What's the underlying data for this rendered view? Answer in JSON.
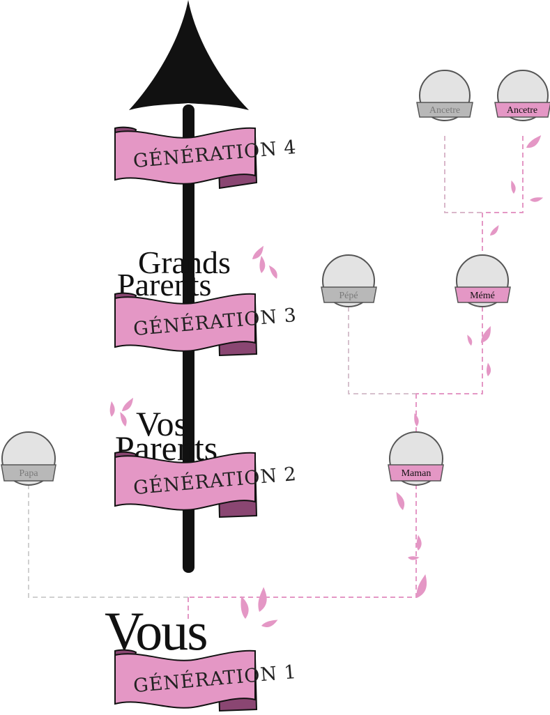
{
  "colors": {
    "pink": "#e497c5",
    "pink_dark": "#8a4672",
    "grey_banner": "#b8b8b8",
    "grey_circle": "#e3e3e3",
    "arrow": "#111111",
    "line_grey": "#c8c8c8",
    "line_pink": "#e497c5"
  },
  "generations": [
    {
      "label": "GÉNÉRATION 4"
    },
    {
      "label": "GÉNÉRATION 3",
      "title_line1": "Grands",
      "title_line2": "Parents"
    },
    {
      "label": "GÉNÉRATION 2",
      "title_line1": "Vos",
      "title_line2": "Parents"
    },
    {
      "label": "GÉNÉRATION 1",
      "title_line1": "Vous"
    }
  ],
  "people": {
    "ancetre_grey": "Ancetre",
    "ancetre_pink": "Ancetre",
    "pepe": "Pépé",
    "meme": "Mémé",
    "papa": "Papa",
    "maman": "Maman"
  }
}
